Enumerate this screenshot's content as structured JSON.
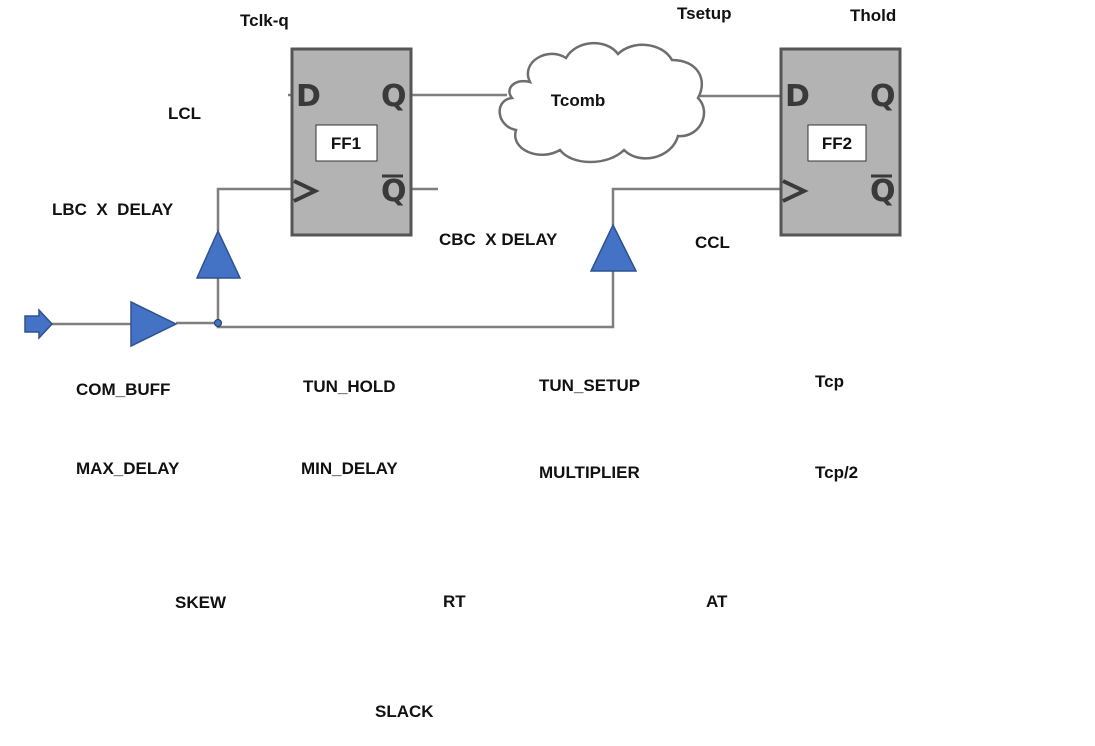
{
  "colors": {
    "buffer_fill": "#4472c4",
    "flipflop_fill": "#b3b3b3",
    "wire": "#7f7f7f"
  },
  "flipflops": [
    {
      "name": "FF1",
      "pin_d": "D",
      "pin_q": "Q",
      "pin_qbar": "Q"
    },
    {
      "name": "FF2",
      "pin_d": "D",
      "pin_q": "Q",
      "pin_qbar": "Q"
    }
  ],
  "cloud_label": "Tcomb",
  "labels": {
    "tclkq": "Tclk-q",
    "tsetup": "Tsetup",
    "thold": "Thold",
    "lcl": "LCL",
    "lbc_x_delay": "LBC  X  DELAY",
    "cbc_x_delay": "CBC  X DELAY",
    "ccl": "CCL",
    "com_buff": "COM_BUFF",
    "tun_hold": "TUN_HOLD",
    "tun_setup": "TUN_SETUP",
    "tcp": "Tcp",
    "max_delay": "MAX_DELAY",
    "min_delay": "MIN_DELAY",
    "multiplier": "MULTIPLIER",
    "tcp_half": "Tcp/2",
    "skew": "SKEW",
    "rt": "RT",
    "at": "AT",
    "slack": "SLACK"
  }
}
